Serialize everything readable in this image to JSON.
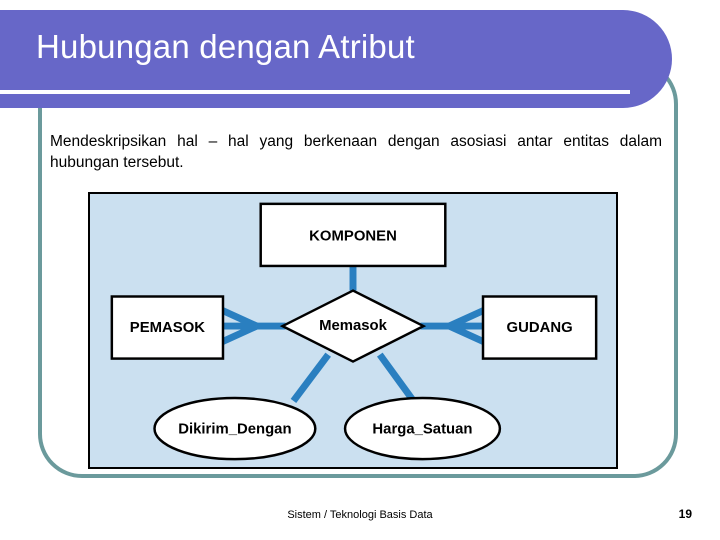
{
  "slide": {
    "title": "Hubungan dengan Atribut",
    "body": "Mendeskripsikan hal – hal yang berkenaan dengan asosiasi antar entitas dalam hubungan tersebut.",
    "footer": "Sistem / Teknologi Basis Data",
    "page_number": "19",
    "colors": {
      "title_banner": "#6767c8",
      "title_text": "#ffffff",
      "frame_border": "#6b9a9c",
      "diagram_background": "#cbe0f0",
      "connector": "#2a7fc0",
      "node_fill": "#ffffff",
      "node_stroke": "#000000"
    }
  },
  "diagram": {
    "type": "entity-relationship",
    "entities": [
      {
        "id": "komponen",
        "label": "KOMPONEN",
        "shape": "rectangle"
      },
      {
        "id": "pemasok",
        "label": "PEMASOK",
        "shape": "rectangle"
      },
      {
        "id": "gudang",
        "label": "GUDANG",
        "shape": "rectangle"
      }
    ],
    "relationships": [
      {
        "id": "memasok",
        "label": "Memasok",
        "shape": "diamond"
      }
    ],
    "attributes": [
      {
        "id": "dikirim_dengan",
        "label": "Dikirim_Dengan",
        "shape": "ellipse"
      },
      {
        "id": "harga_satuan",
        "label": "Harga_Satuan",
        "shape": "ellipse"
      }
    ],
    "connections": [
      {
        "from": "memasok",
        "to": "komponen",
        "notation": "crows-foot"
      },
      {
        "from": "memasok",
        "to": "pemasok",
        "notation": "crows-foot"
      },
      {
        "from": "memasok",
        "to": "gudang",
        "notation": "crows-foot"
      },
      {
        "from": "memasok",
        "to": "dikirim_dengan",
        "notation": "line"
      },
      {
        "from": "memasok",
        "to": "harga_satuan",
        "notation": "line"
      }
    ]
  }
}
